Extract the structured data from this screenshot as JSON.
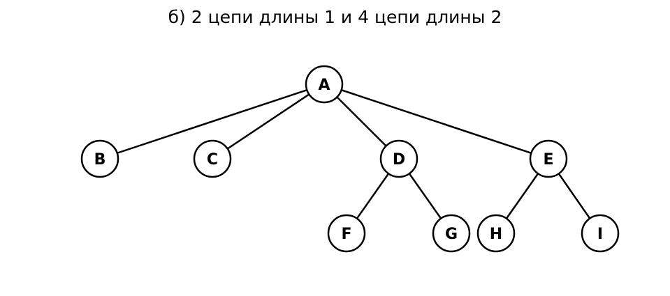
{
  "title": "б) 2 цепи длины 1 и 4 цепи длины 2",
  "nodes": [
    {
      "id": "A",
      "label": "A"
    },
    {
      "id": "B",
      "label": "B"
    },
    {
      "id": "C",
      "label": "C"
    },
    {
      "id": "D",
      "label": "D"
    },
    {
      "id": "E",
      "label": "E"
    },
    {
      "id": "F",
      "label": "F"
    },
    {
      "id": "G",
      "label": "G"
    },
    {
      "id": "H",
      "label": "H"
    },
    {
      "id": "I",
      "label": "I"
    }
  ],
  "edges": [
    [
      "A",
      "B"
    ],
    [
      "A",
      "C"
    ],
    [
      "A",
      "D"
    ],
    [
      "A",
      "E"
    ],
    [
      "D",
      "F"
    ],
    [
      "D",
      "G"
    ],
    [
      "E",
      "H"
    ],
    [
      "E",
      "I"
    ]
  ]
}
